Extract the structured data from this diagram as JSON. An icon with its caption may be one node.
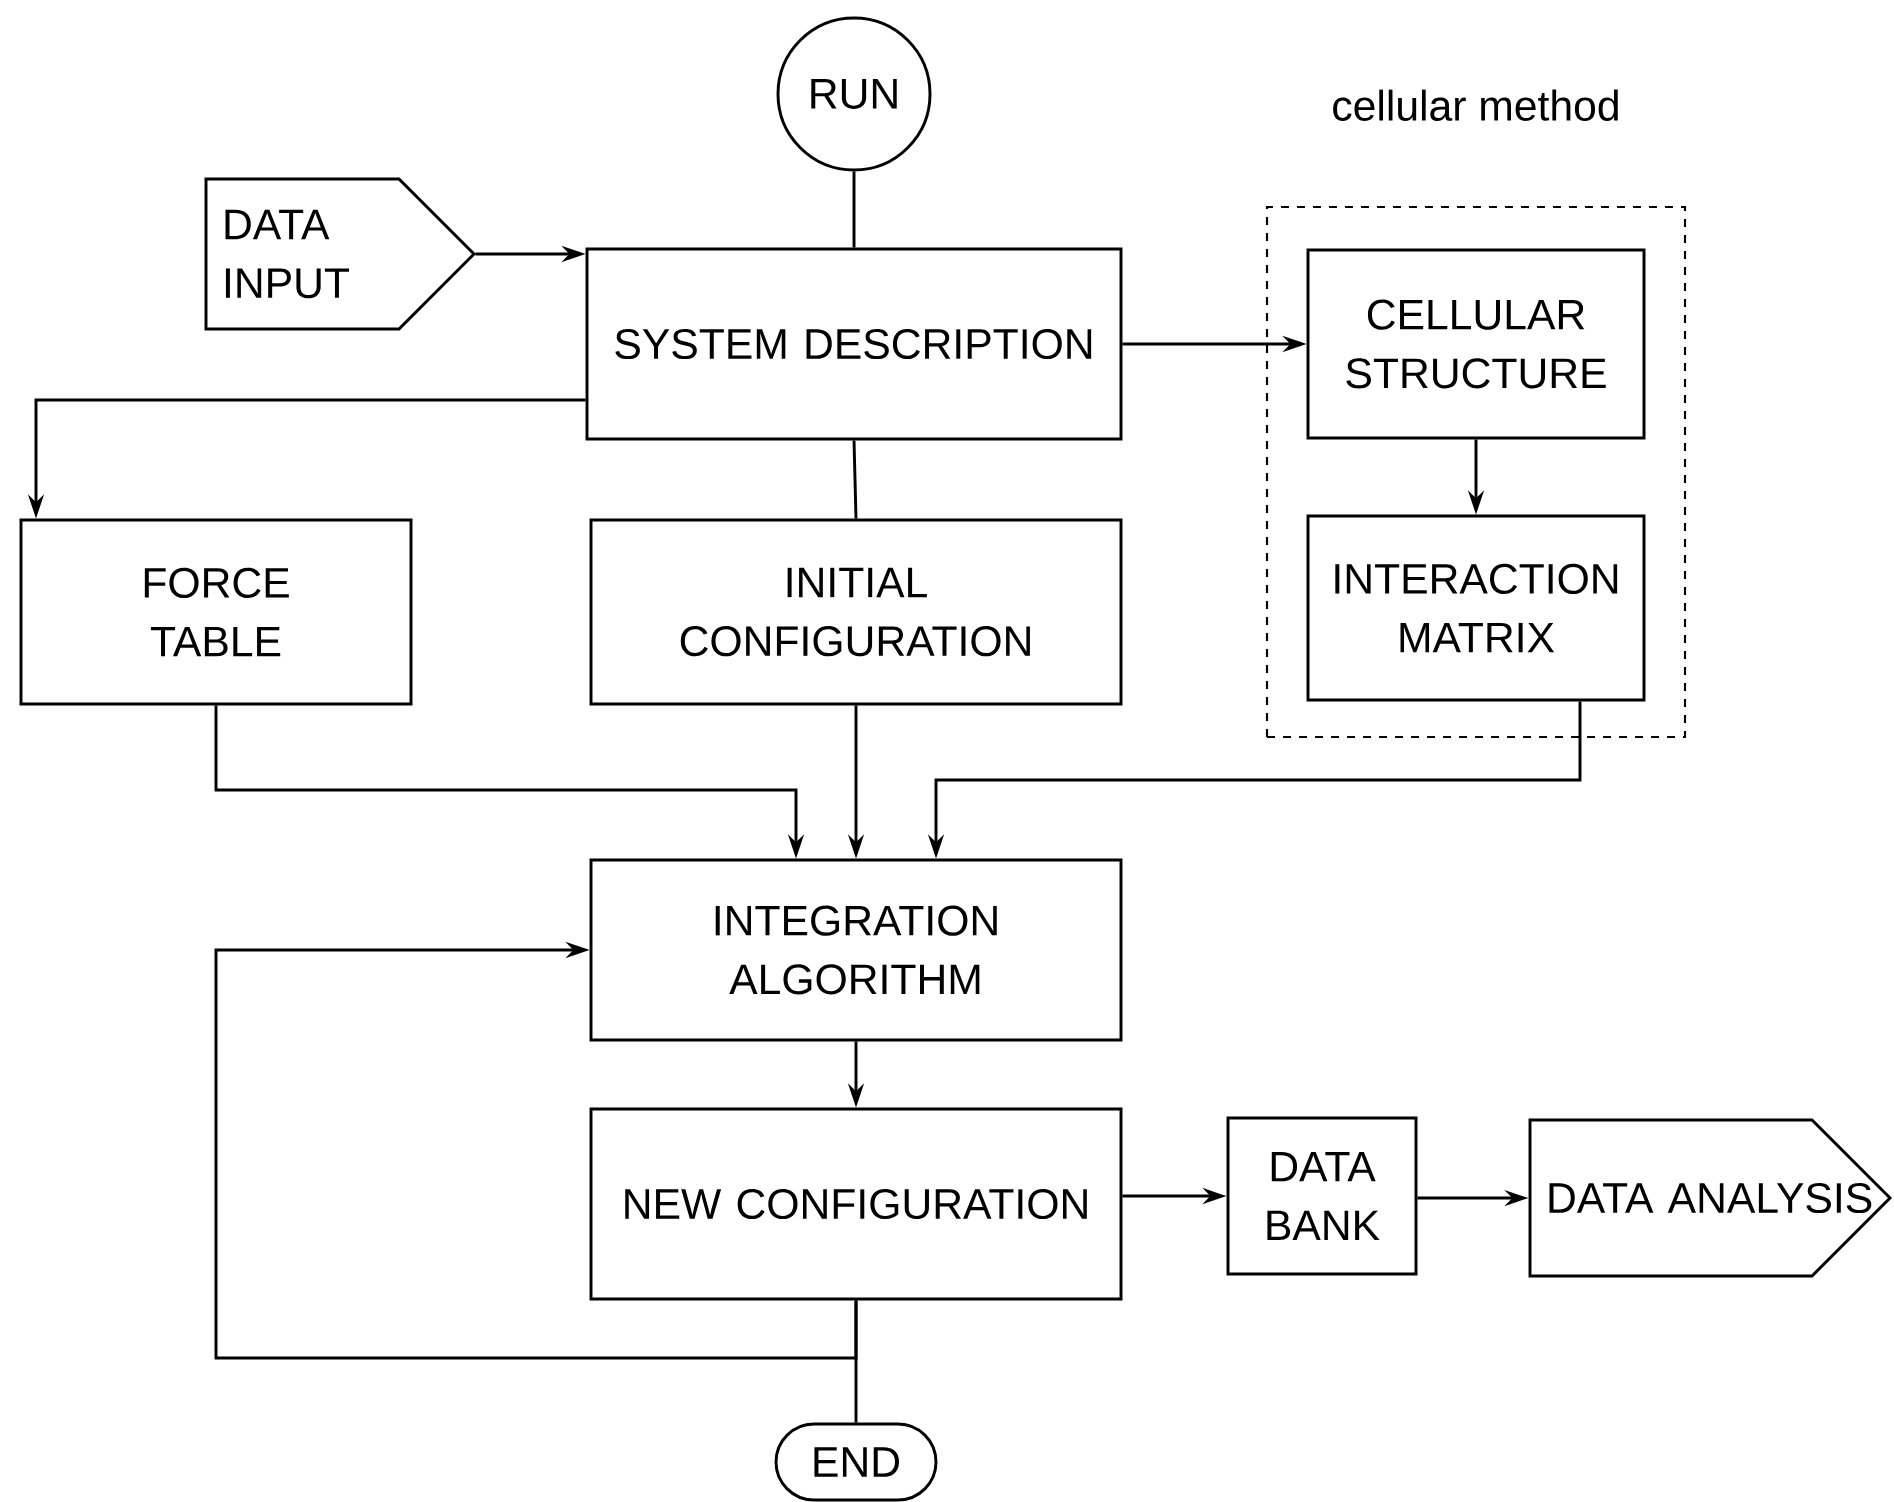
{
  "diagram": {
    "nodes": [
      {
        "text": [
          "RUN"
        ]
      },
      {
        "text": [
          "DATA INPUT"
        ]
      },
      {
        "text": [
          "SYSTEM DESCRIPTION"
        ]
      },
      {
        "text": [
          "cellular method"
        ]
      },
      {
        "text": [
          "CELLULAR STRUCTURE"
        ],
        "in": 3
      },
      {
        "text": [
          "FORCE TABLE"
        ]
      },
      {
        "text": [
          "INITIAL CONFIGURATION"
        ]
      },
      {
        "text": [
          "INTERACTION MATRIX"
        ],
        "in": 3
      },
      {
        "text": [
          "INTEGRATION ALGORITHM"
        ]
      },
      {
        "text": [
          "NEW CONFIGURATION"
        ]
      },
      {
        "text": [
          "DATA BANK"
        ]
      },
      {
        "text": [
          "DATA ANALYSIS"
        ]
      },
      {
        "text": [
          "END"
        ]
      }
    ],
    "edges": [
      {
        "from": 0,
        "to": 2,
        "arrow": "none"
      },
      {
        "from": 1,
        "to": 2,
        "arrow": "to"
      },
      {
        "from": 2,
        "to": 4,
        "arrow": "to"
      },
      {
        "from": 2,
        "to": 5,
        "arrow": "to"
      },
      {
        "from": 2,
        "to": 6,
        "arrow": "none"
      },
      {
        "from": 4,
        "to": 7,
        "arrow": "to"
      },
      {
        "from": 5,
        "to": 8,
        "arrow": "to"
      },
      {
        "from": 6,
        "to": 8,
        "arrow": "to"
      },
      {
        "from": 7,
        "to": 8,
        "arrow": "to"
      },
      {
        "from": 8,
        "to": 9,
        "arrow": "to"
      },
      {
        "from": 9,
        "to": 12,
        "arrow": "none"
      },
      {
        "from": 9,
        "to": 8,
        "arrow": "to"
      },
      {
        "from": 9,
        "to": 10,
        "arrow": "to"
      },
      {
        "from": 10,
        "to": 11,
        "arrow": "to"
      }
    ]
  }
}
